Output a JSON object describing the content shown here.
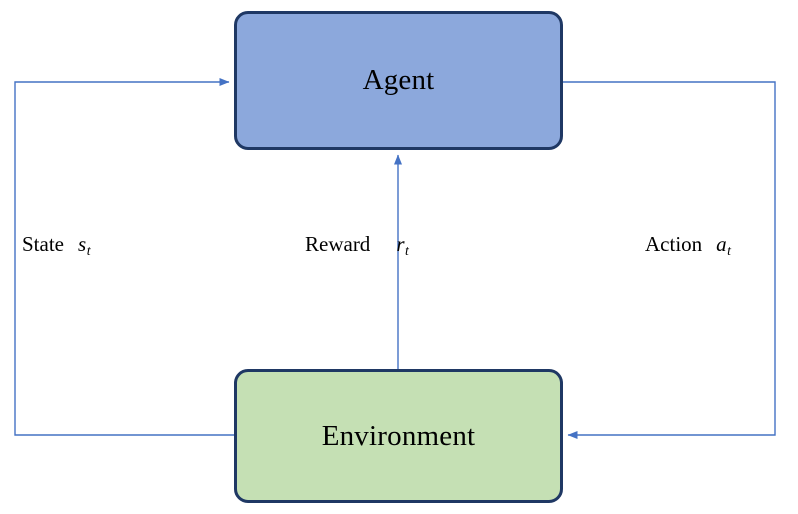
{
  "diagram": {
    "type": "reinforcement-learning-loop",
    "nodes": [
      {
        "id": "agent",
        "label": "Agent",
        "fill": "#8CA8DC",
        "stroke": "#1F3864"
      },
      {
        "id": "environment",
        "label": "Environment",
        "fill": "#C5E0B4",
        "stroke": "#1F3864"
      }
    ],
    "edges": [
      {
        "id": "state",
        "label": "State",
        "variable": "s",
        "subscript": "t",
        "from": "environment",
        "to": "agent",
        "color": "#4472C4",
        "path": "left"
      },
      {
        "id": "reward",
        "label": "Reward",
        "variable": "r",
        "subscript": "t",
        "from": "environment",
        "to": "agent",
        "color": "#4472C4",
        "path": "center"
      },
      {
        "id": "action",
        "label": "Action",
        "variable": "a",
        "subscript": "t",
        "from": "agent",
        "to": "environment",
        "color": "#4472C4",
        "path": "right"
      }
    ],
    "background": "#FFFFFF"
  }
}
